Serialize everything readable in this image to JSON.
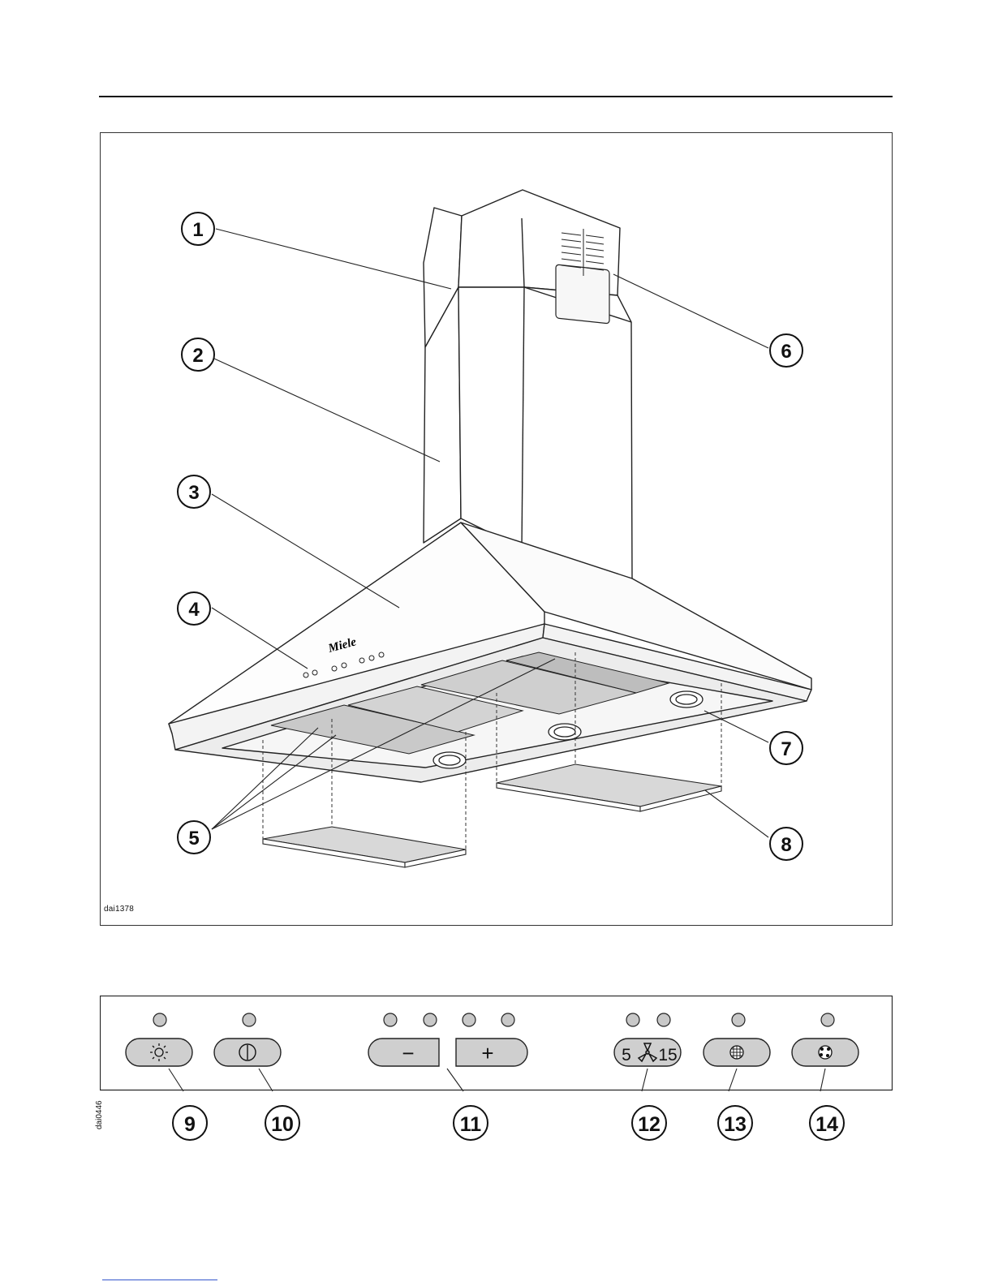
{
  "figure": {
    "image_code": "dai1378",
    "brand": "Miele",
    "callouts": [
      "1",
      "2",
      "3",
      "4",
      "5",
      "6",
      "7",
      "8"
    ]
  },
  "control_panel": {
    "image_code": "dai0446",
    "buttons": [
      {
        "name": "light",
        "icon": "sun-icon"
      },
      {
        "name": "power",
        "icon": "power-icon"
      },
      {
        "name": "minus",
        "label": "−"
      },
      {
        "name": "plus",
        "label": "+"
      },
      {
        "name": "run-on",
        "label_left": "5",
        "label_right": "15",
        "icon": "fan-icon"
      },
      {
        "name": "grease-filter",
        "icon": "grease-filter-icon"
      },
      {
        "name": "odour-filter",
        "icon": "odour-filter-icon"
      }
    ],
    "callouts": [
      "9",
      "10",
      "11",
      "12",
      "13",
      "14"
    ]
  }
}
